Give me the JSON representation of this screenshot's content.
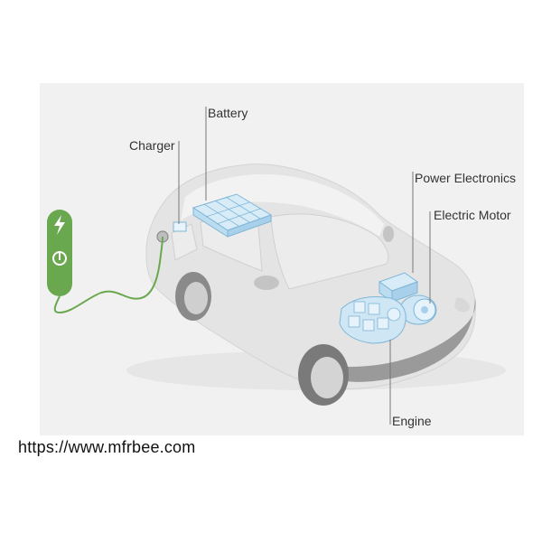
{
  "diagram": {
    "labels": {
      "battery": "Battery",
      "charger": "Charger",
      "power_electronics": "Power Electronics",
      "electric_motor": "Electric Motor",
      "engine": "Engine"
    }
  },
  "watermark": "https://www.mfrbee.com",
  "colors": {
    "background_panel": "#f1f1f1",
    "car_body": "#e3e3e3",
    "car_body_dark": "#9a9a9a",
    "component_blue": "#cfe6f5",
    "component_outline": "#7fb6d8",
    "charger_green": "#6aa84f",
    "label_text": "#333333",
    "leader_line": "#777777"
  },
  "icons": [
    "lightning-icon",
    "plug-icon"
  ]
}
